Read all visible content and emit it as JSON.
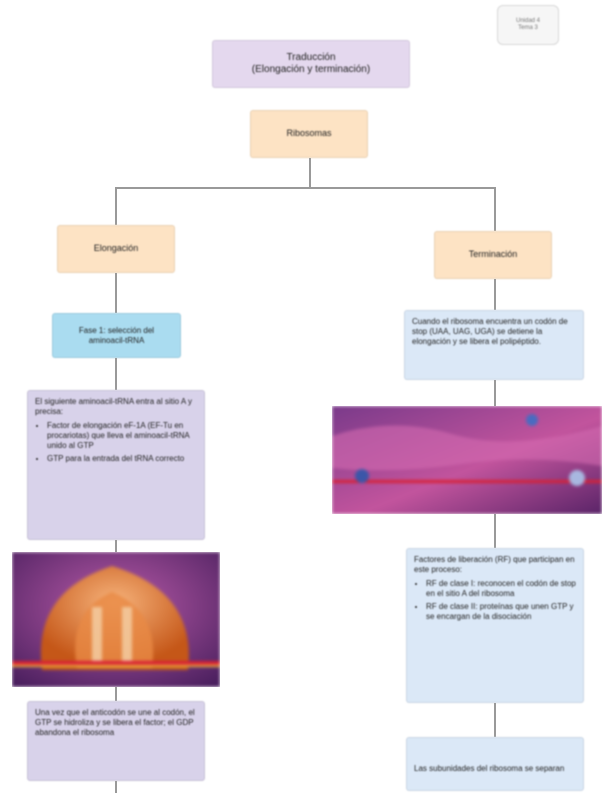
{
  "tag": {
    "line1": "Unidad 4",
    "line2": "Tema 3"
  },
  "title": {
    "line1": "Traducción",
    "line2": "(Elongación y terminación)"
  },
  "root": "Ribosomas",
  "left": {
    "heading": "Elongación",
    "step": "Fase 1: selección del aminoacil-tRNA",
    "desc_intro": "El siguiente aminoacil-tRNA entra al sitio A y precisa:",
    "bullets": [
      "Factor de elongación eF-1A (EF-Tu en procariotas) que lleva el aminoacil-tRNA unido al GTP",
      "GTP para la entrada del tRNA correcto"
    ],
    "bottom": "Una vez que el anticodón se une al codón, el GTP se hidroliza y se libera el factor; el GDP abandona el ribosoma"
  },
  "right": {
    "heading": "Terminación",
    "desc": "Cuando el ribosoma encuentra un codón de stop (UAA, UAG, UGA) se detiene la elongación y se libera el polipéptido.",
    "factors_intro": "Factores de liberación (RF) que participan en este proceso:",
    "factors": [
      "RF de clase I: reconocen el codón de stop en el sitio A del ribosoma",
      "RF de clase II: proteínas que unen GTP y se encargan de la disociación"
    ],
    "bottom": "Las subunidades del ribosoma se separan"
  },
  "colors": {
    "purple": "#e4d8ee",
    "peach": "#fde3c4",
    "cyan": "#aadcf0",
    "lavender": "#d8d2ea",
    "blue": "#dbe8f7"
  }
}
